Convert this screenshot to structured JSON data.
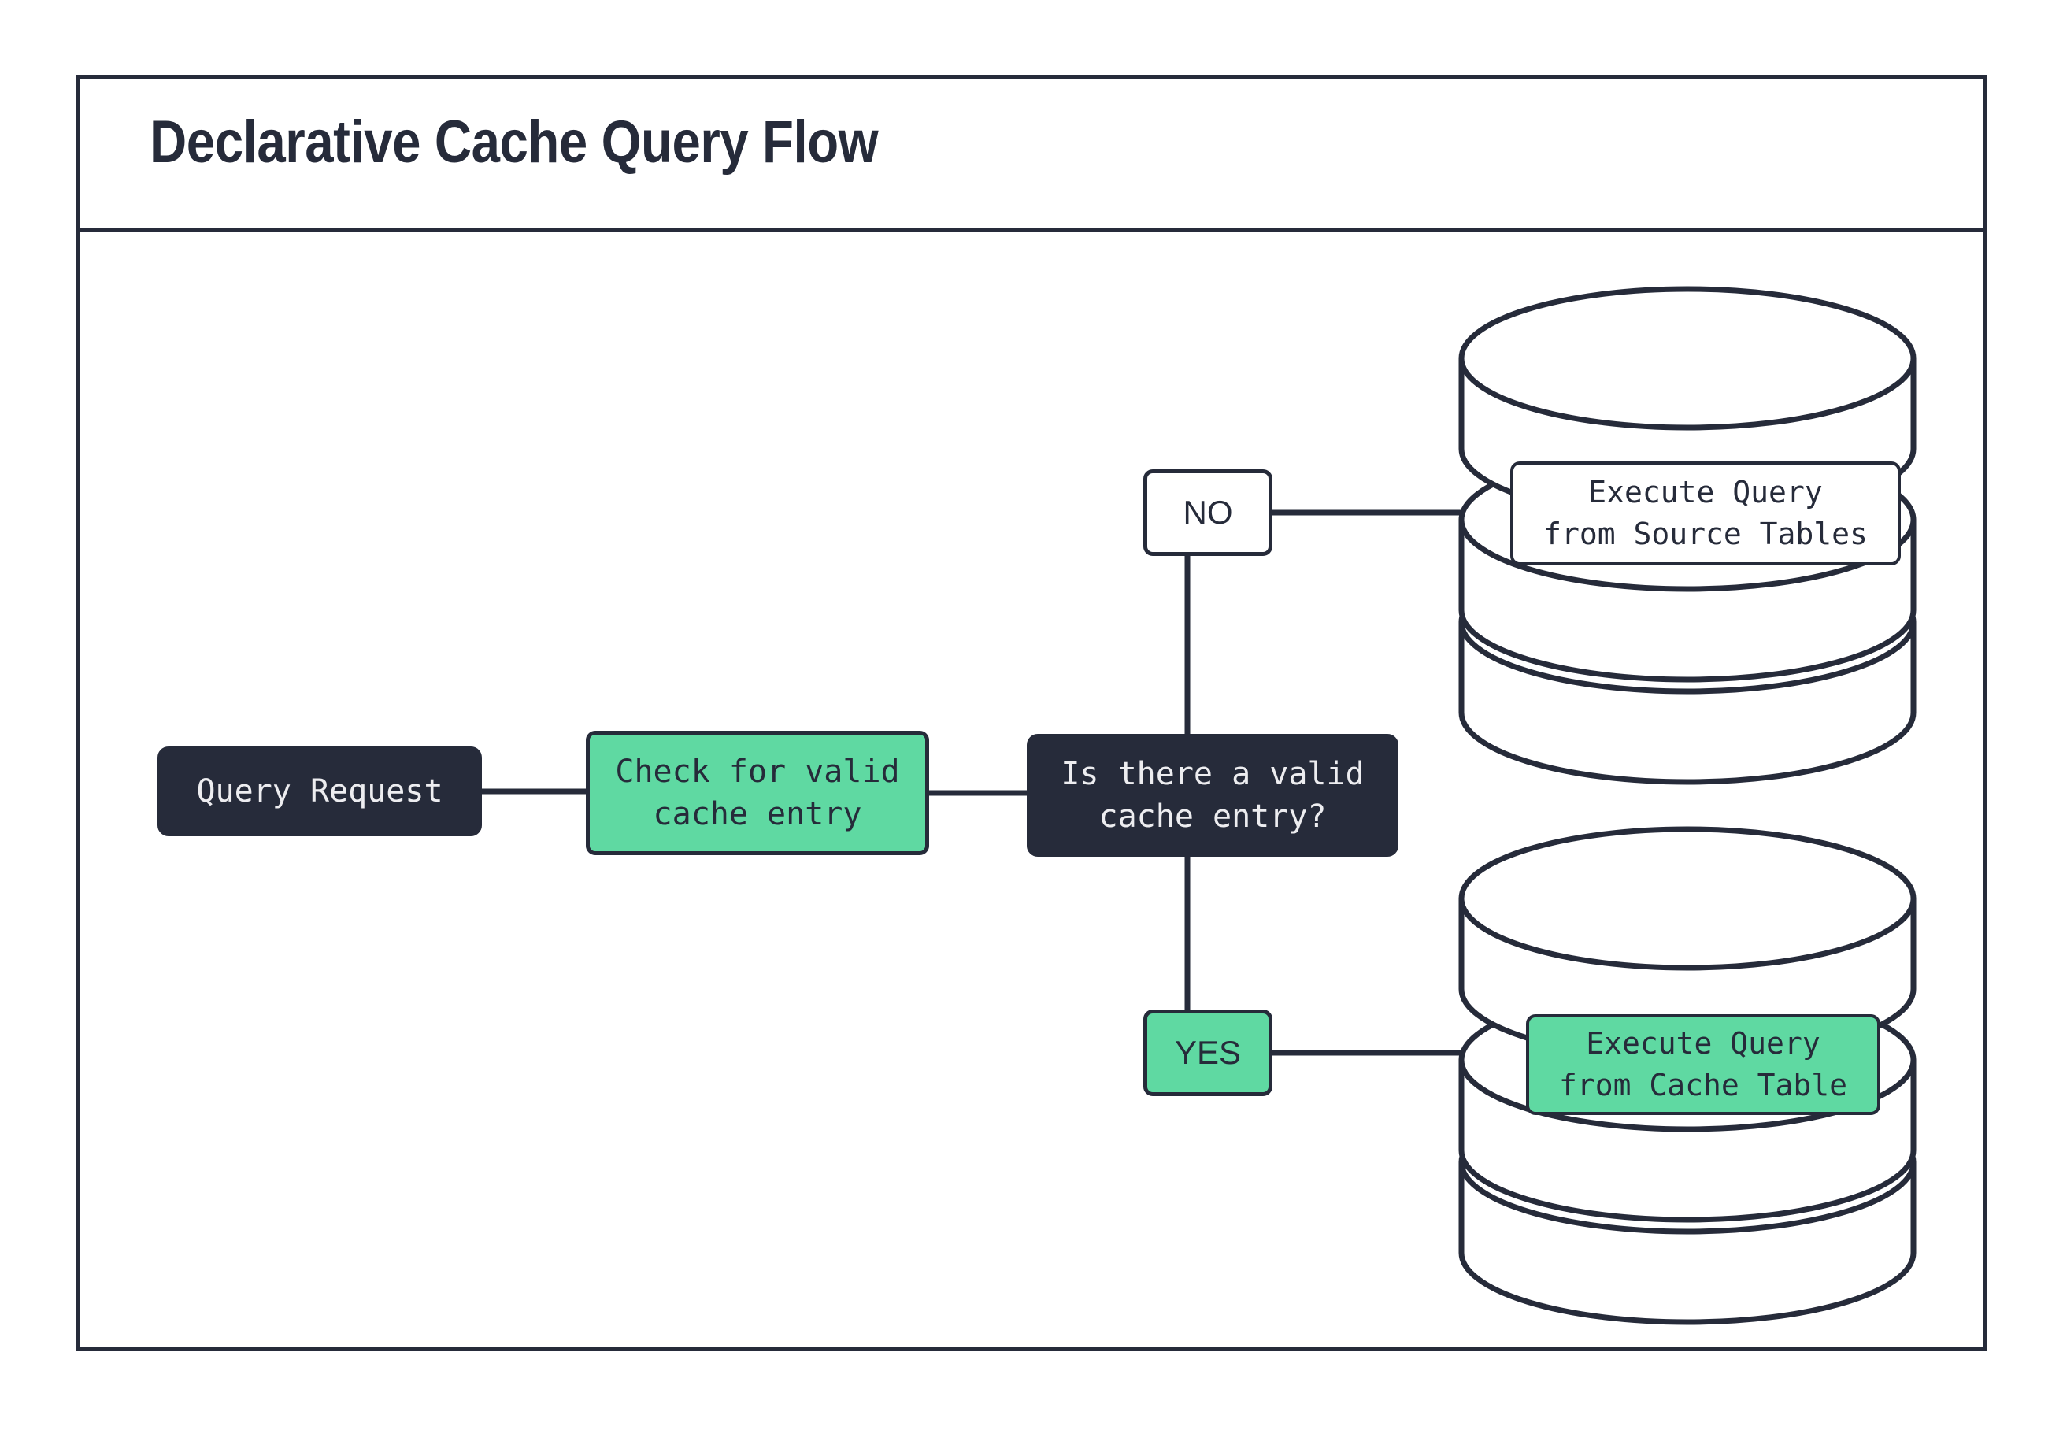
{
  "page": {
    "title": "Declarative Cache Query Flow",
    "background": "#ffffff"
  },
  "colors": {
    "ink": "#262B3A",
    "green": "#5FD9A2",
    "white": "#FFFFFF",
    "light_text": "#EDEDF0"
  },
  "diagram": {
    "type": "flowchart",
    "direction": "left-to-right",
    "nodes": [
      {
        "id": "query-request",
        "label": "Query Request",
        "shape": "rounded-rect",
        "fill": "#262B3A",
        "text_color": "#EDEDF0"
      },
      {
        "id": "check-cache",
        "label": "Check for valid\ncache entry",
        "shape": "rounded-rect",
        "fill": "#5FD9A2",
        "text_color": "#262B3A"
      },
      {
        "id": "decision",
        "label": "Is there a valid\ncache entry?",
        "shape": "rounded-rect",
        "fill": "#262B3A",
        "text_color": "#EDEDF0"
      },
      {
        "id": "source-tables",
        "label": "Execute Query\nfrom Source Tables",
        "shape": "rect-in-database",
        "fill": "#FFFFFF",
        "text_color": "#262B3A"
      },
      {
        "id": "cache-table",
        "label": "Execute Query\nfrom Cache Table",
        "shape": "rect-in-database",
        "fill": "#5FD9A2",
        "text_color": "#262B3A"
      }
    ],
    "edge_labels": [
      {
        "id": "no",
        "label": "NO",
        "fill": "#FFFFFF",
        "text_color": "#262B3A",
        "from": "decision",
        "to": "source-tables"
      },
      {
        "id": "yes",
        "label": "YES",
        "fill": "#5FD9A2",
        "text_color": "#262B3A",
        "from": "decision",
        "to": "cache-table"
      }
    ],
    "edges": [
      {
        "from": "query-request",
        "to": "check-cache"
      },
      {
        "from": "check-cache",
        "to": "decision"
      },
      {
        "from": "decision",
        "to": "no"
      },
      {
        "from": "no",
        "to": "source-tables"
      },
      {
        "from": "decision",
        "to": "yes"
      },
      {
        "from": "yes",
        "to": "cache-table"
      }
    ],
    "containers": [
      {
        "id": "source-db",
        "shape": "stacked-database",
        "holds": "source-tables"
      },
      {
        "id": "cache-db",
        "shape": "stacked-database",
        "holds": "cache-table"
      }
    ]
  }
}
